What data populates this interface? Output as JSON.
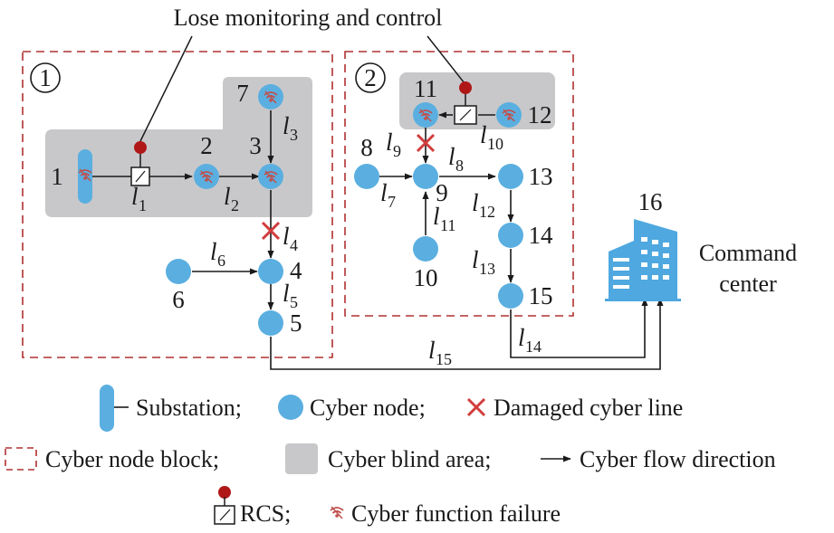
{
  "title_annotation": "Lose monitoring and control",
  "blocks": [
    {
      "label": "1"
    },
    {
      "label": "2"
    }
  ],
  "nodes": {
    "n1": "1",
    "n2": "2",
    "n3": "3",
    "n4": "4",
    "n5": "5",
    "n6": "6",
    "n7": "7",
    "n8": "8",
    "n9": "9",
    "n10": "10",
    "n11": "11",
    "n12": "12",
    "n13": "13",
    "n14": "14",
    "n15": "15",
    "n16": "16"
  },
  "lines": {
    "l1": "1",
    "l2": "2",
    "l3": "3",
    "l4": "4",
    "l5": "5",
    "l6": "6",
    "l7": "7",
    "l8": "8",
    "l9": "9",
    "l10": "10",
    "l11": "11",
    "l12": "12",
    "l13": "13",
    "l14": "14",
    "l15": "15",
    "l_symbol": "l"
  },
  "command_center": {
    "line1": "Command",
    "line2": "center"
  },
  "legend": {
    "substation": "Substation;",
    "cyber_node": "Cyber node;",
    "damaged_line": "Damaged cyber line",
    "node_block": "Cyber node block;",
    "blind_area": "Cyber blind area;",
    "flow_direction": "Cyber flow direction",
    "rcs": "RCS;",
    "function_failure": "Cyber function failure"
  },
  "colors": {
    "node": "#5aafe0",
    "blind_area": "#c8c8ca",
    "block_border": "#b03030",
    "damaged": "#d23c3c",
    "rcs": "#b01818",
    "building": "#4fa8df"
  }
}
